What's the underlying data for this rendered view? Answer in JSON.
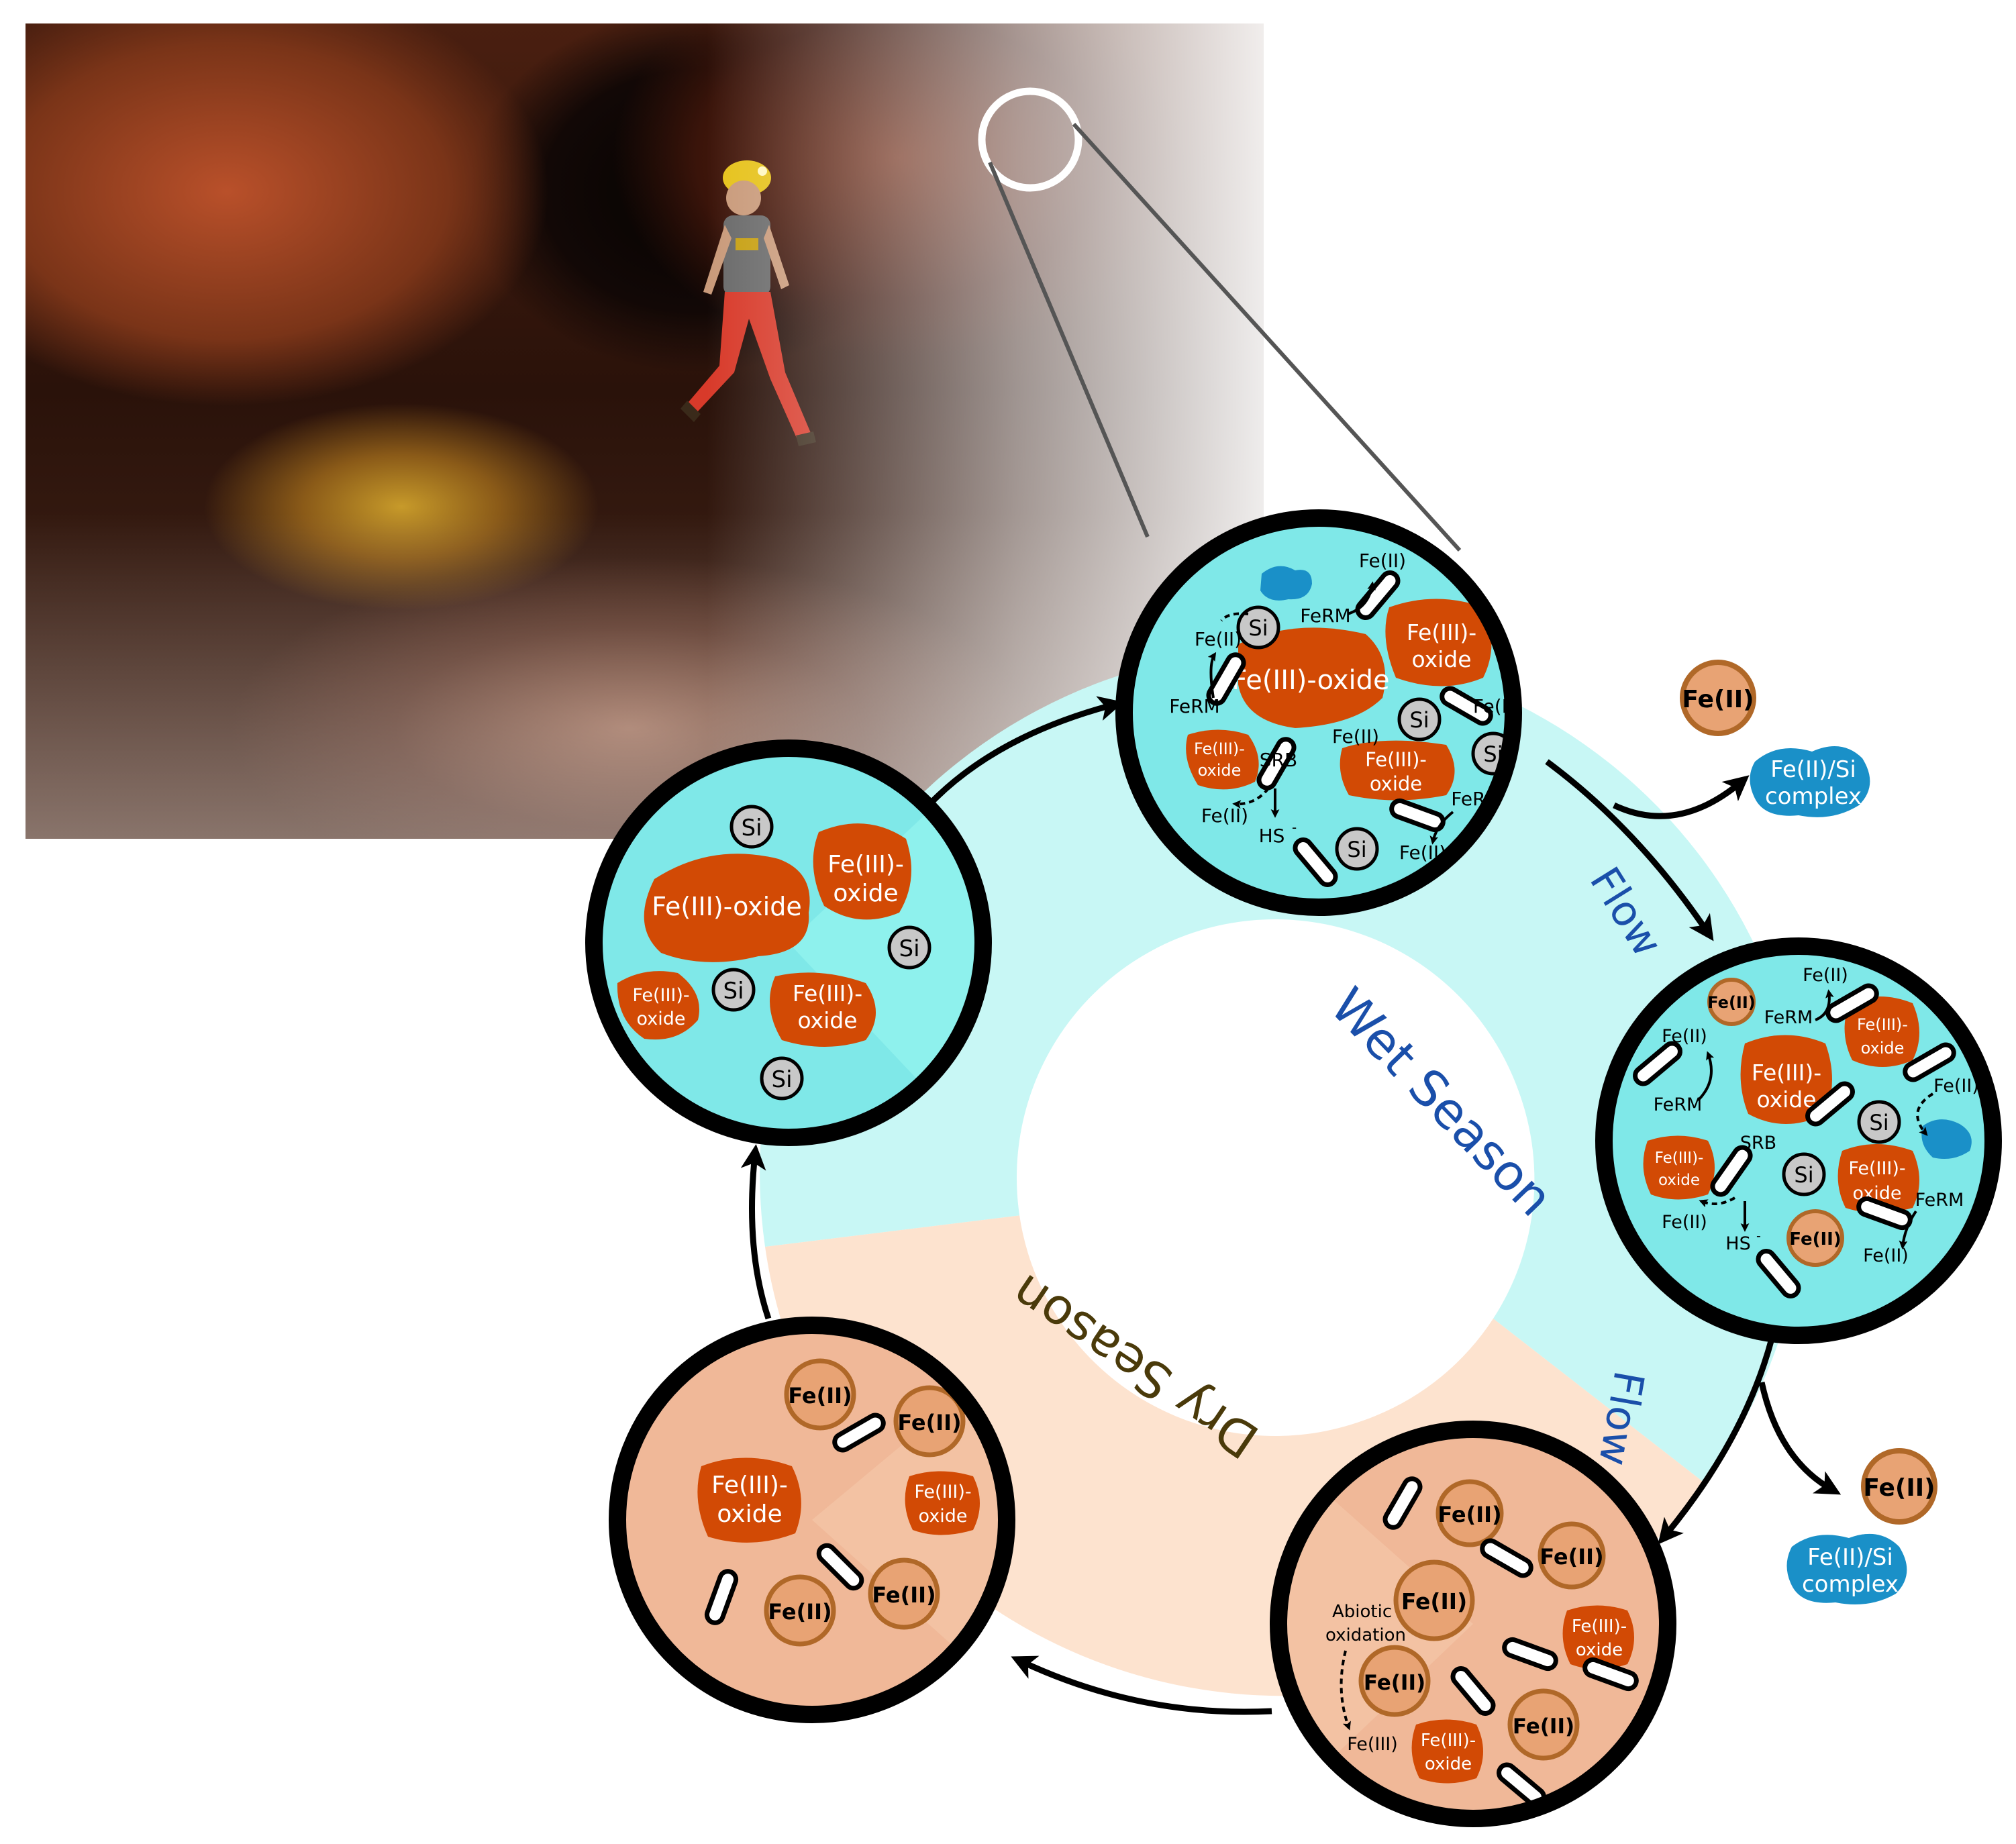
{
  "colors": {
    "wet_band": "#c8f7f5",
    "dry_band": "#fde3cf",
    "wet_circle": "#7fe8e8",
    "dry_circle": "#f0b898",
    "fe3_oxide": "#d24a05",
    "fe2": "#e8a374",
    "fe2_border": "#b06828",
    "si_complex": "#1a90c8",
    "si": "#c8c8c8",
    "wet_text": "#1a4faa",
    "dry_text": "#4a3a0a"
  },
  "labels": {
    "wet_season": "Wet Season",
    "dry_season": "Dry Season",
    "flow": "Flow",
    "fe3_oxide": "Fe(III)-oxide",
    "fe3_oxide_l1": "Fe(III)-",
    "fe3_oxide_l2": "oxide",
    "fe2": "Fe(II)",
    "fe3": "Fe(III)",
    "si": "Si",
    "ferm": "FeRM",
    "srb": "SRB",
    "hs": "HS",
    "hs_sup": "-",
    "complex_l1": "Fe(II)/Si",
    "complex_l2": "complex",
    "abiotic_l1": "Abiotic",
    "abiotic_l2": "oxidation"
  },
  "icons": [
    "cave-photo",
    "bacterium-icon",
    "arrow-icon"
  ]
}
